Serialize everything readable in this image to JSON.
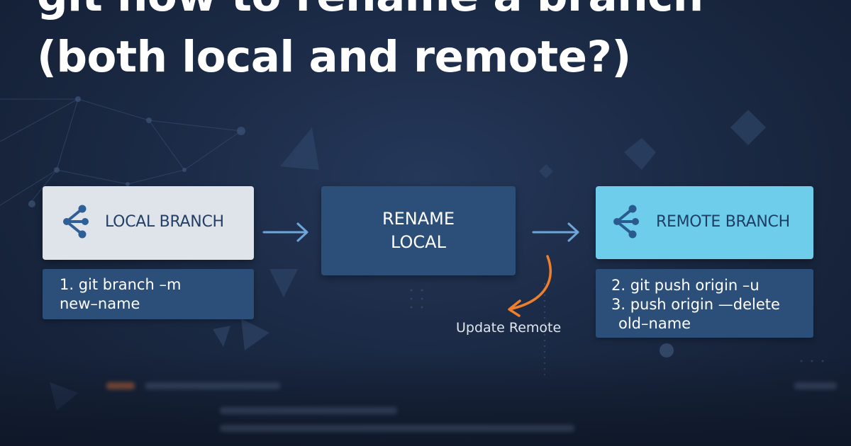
{
  "title": {
    "line1": "git how to rename a branch",
    "line2": "(both local and remote?)"
  },
  "nodes": {
    "local": {
      "label": "LOCAL BRANCH",
      "icon": "branch-icon"
    },
    "rename": {
      "line1": "RENAME",
      "line2": "LOCAL"
    },
    "remote": {
      "label": "REMOTE BRANCH",
      "icon": "branch-icon"
    }
  },
  "commands": {
    "local": {
      "line1": "1. git branch –m",
      "line2": "new–name"
    },
    "remote": {
      "line1": "2. git push origin –u",
      "line2": "3.   push origin —delete",
      "line3": "old–name"
    }
  },
  "update_label": "Update Remote",
  "colors": {
    "background": "#1b2a45",
    "local_box": "#dfe4ea",
    "rename_box": "#2c4f7a",
    "remote_box": "#6ecdea",
    "command_box": "#2c4f7a",
    "update_arrow": "#f07f2c",
    "flow_arrow": "#6fa6d9"
  }
}
